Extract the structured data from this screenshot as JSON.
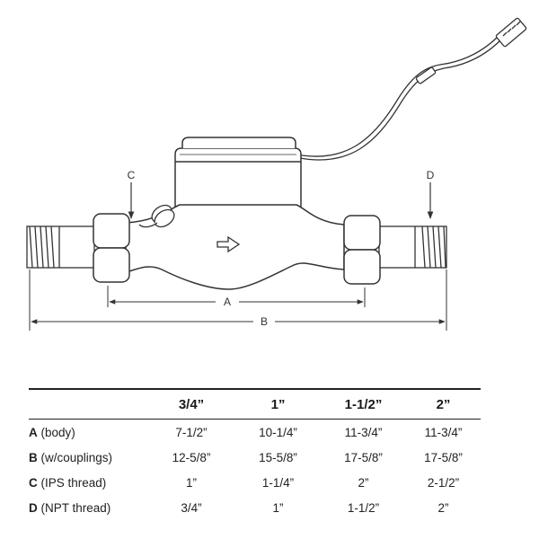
{
  "diagram": {
    "labels": {
      "a": "A",
      "b": "B",
      "c": "C",
      "d": "D"
    },
    "icons": [
      "flow-arrow-icon",
      "dimension-arrow-icon"
    ]
  },
  "table": {
    "headers": [
      "",
      "3/4”",
      "1”",
      "1-1/2”",
      "2”"
    ],
    "rows": [
      {
        "key": "A",
        "desc": " (body)",
        "values": [
          "7-1/2”",
          "10-1/4”",
          "11-3/4”",
          "11-3/4”"
        ]
      },
      {
        "key": "B",
        "desc": " (w/couplings)",
        "values": [
          "12-5/8”",
          "15-5/8”",
          "17-5/8”",
          "17-5/8”"
        ]
      },
      {
        "key": "C",
        "desc": " (IPS thread)",
        "values": [
          "1”",
          "1-1/4”",
          "2”",
          "2-1/2”"
        ]
      },
      {
        "key": "D",
        "desc": " (NPT thread)",
        "values": [
          "3/4”",
          "1”",
          "1-1/2”",
          "2”"
        ]
      }
    ]
  }
}
